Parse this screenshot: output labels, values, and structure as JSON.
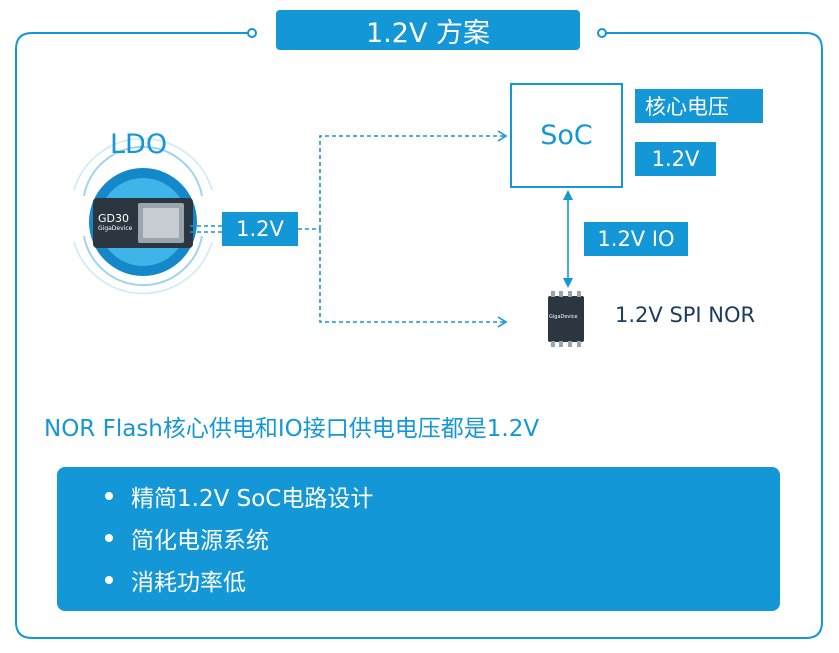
{
  "title": "1.2V 方案",
  "ldo": {
    "label": "LDO",
    "output": "1.2V",
    "chip_text": "GD30",
    "chip_brand": "GigaDevice"
  },
  "soc": {
    "label": "SoC",
    "core_label": "核心电压",
    "core_value": "1.2V"
  },
  "io_link": "1.2V IO",
  "nor": {
    "label": "1.2V SPI NOR",
    "chip_brand": "GigaDevice"
  },
  "summary": "NOR Flash核心供电和IO接口供电电压都是1.2V",
  "bullets": [
    "精简1.2V SoC电路设计",
    "简化电源系统",
    "消耗功率低"
  ],
  "colors": {
    "accent": "#1497d6",
    "dark_text": "#1f3b63"
  }
}
